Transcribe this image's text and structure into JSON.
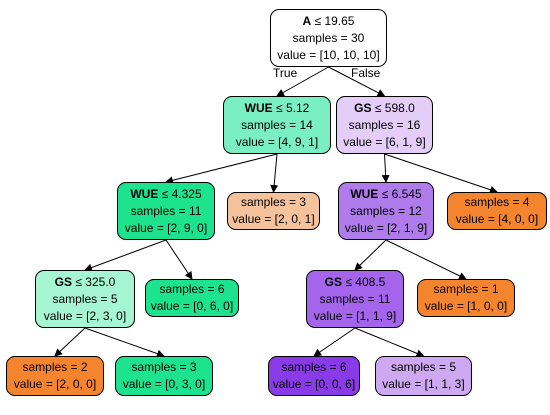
{
  "tree": {
    "edge_labels": {
      "true": "True",
      "false": "False"
    },
    "nodes": [
      {
        "id": "n0",
        "feature": "A",
        "op": "≤",
        "threshold": "19.65",
        "samples": "samples = 30",
        "value": "value = [10, 10, 10]",
        "color": "#ffffff"
      },
      {
        "id": "n1",
        "feature": "WUE",
        "op": "≤",
        "threshold": "5.12",
        "samples": "samples = 14",
        "value": "value = [4, 9, 1]",
        "color": "#7aefc6"
      },
      {
        "id": "n2",
        "feature": "GS",
        "op": "≤",
        "threshold": "598.0",
        "samples": "samples = 16",
        "value": "value = [6, 1, 9]",
        "color": "#e4cef8"
      },
      {
        "id": "n3",
        "feature": "WUE",
        "op": "≤",
        "threshold": "4.325",
        "samples": "samples = 11",
        "value": "value = [2, 9, 0]",
        "color": "#1ee38e"
      },
      {
        "id": "n4",
        "feature": "",
        "op": "",
        "threshold": "",
        "samples": "samples = 3",
        "value": "value = [2, 0, 1]",
        "color": "#f6c29c"
      },
      {
        "id": "n5",
        "feature": "WUE",
        "op": "≤",
        "threshold": "6.545",
        "samples": "samples = 12",
        "value": "value = [2, 1, 9]",
        "color": "#b07cec"
      },
      {
        "id": "n6",
        "feature": "",
        "op": "",
        "threshold": "",
        "samples": "samples = 4",
        "value": "value = [4, 0, 0]",
        "color": "#f5842f"
      },
      {
        "id": "n7",
        "feature": "GS",
        "op": "≤",
        "threshold": "325.0",
        "samples": "samples = 5",
        "value": "value = [2, 3, 0]",
        "color": "#a6f5d3"
      },
      {
        "id": "n8",
        "feature": "",
        "op": "",
        "threshold": "",
        "samples": "samples = 6",
        "value": "value = [0, 6, 0]",
        "color": "#1ee38e"
      },
      {
        "id": "n9",
        "feature": "GS",
        "op": "≤",
        "threshold": "408.5",
        "samples": "samples = 11",
        "value": "value = [1, 1, 9]",
        "color": "#a465ec"
      },
      {
        "id": "n10",
        "feature": "",
        "op": "",
        "threshold": "",
        "samples": "samples = 1",
        "value": "value = [1, 0, 0]",
        "color": "#f5842f"
      },
      {
        "id": "n11",
        "feature": "",
        "op": "",
        "threshold": "",
        "samples": "samples = 2",
        "value": "value = [2, 0, 0]",
        "color": "#f5842f"
      },
      {
        "id": "n12",
        "feature": "",
        "op": "",
        "threshold": "",
        "samples": "samples = 3",
        "value": "value = [0, 3, 0]",
        "color": "#1ee38e"
      },
      {
        "id": "n13",
        "feature": "",
        "op": "",
        "threshold": "",
        "samples": "samples = 6",
        "value": "value = [0, 0, 6]",
        "color": "#8a3be8"
      },
      {
        "id": "n14",
        "feature": "",
        "op": "",
        "threshold": "",
        "samples": "samples = 5",
        "value": "value = [1, 1, 3]",
        "color": "#cfa8f2"
      }
    ],
    "edges": [
      [
        "n0",
        "n1"
      ],
      [
        "n0",
        "n2"
      ],
      [
        "n1",
        "n3"
      ],
      [
        "n1",
        "n4"
      ],
      [
        "n2",
        "n5"
      ],
      [
        "n2",
        "n6"
      ],
      [
        "n3",
        "n7"
      ],
      [
        "n3",
        "n8"
      ],
      [
        "n5",
        "n9"
      ],
      [
        "n5",
        "n10"
      ],
      [
        "n7",
        "n11"
      ],
      [
        "n7",
        "n12"
      ],
      [
        "n9",
        "n13"
      ],
      [
        "n9",
        "n14"
      ]
    ]
  }
}
